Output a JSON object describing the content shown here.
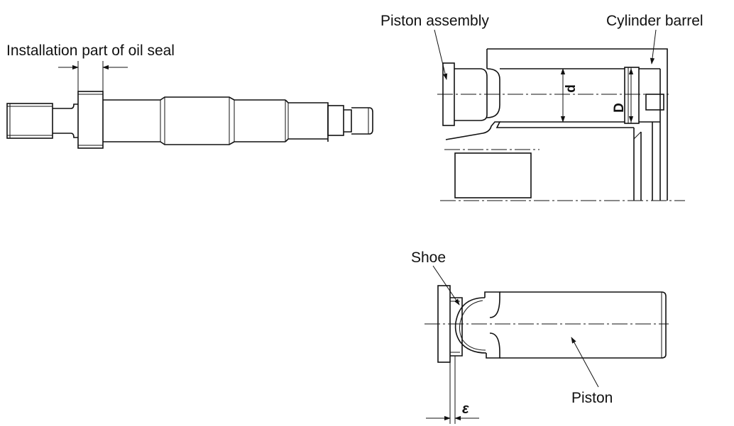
{
  "labels": {
    "oil_seal": "Installation part of oil seal",
    "piston_assembly": "Piston assembly",
    "cylinder_barrel": "Cylinder barrel",
    "shoe": "Shoe",
    "piston": "Piston"
  },
  "dimensions": {
    "d": "d",
    "D": "D",
    "epsilon": "ε"
  }
}
